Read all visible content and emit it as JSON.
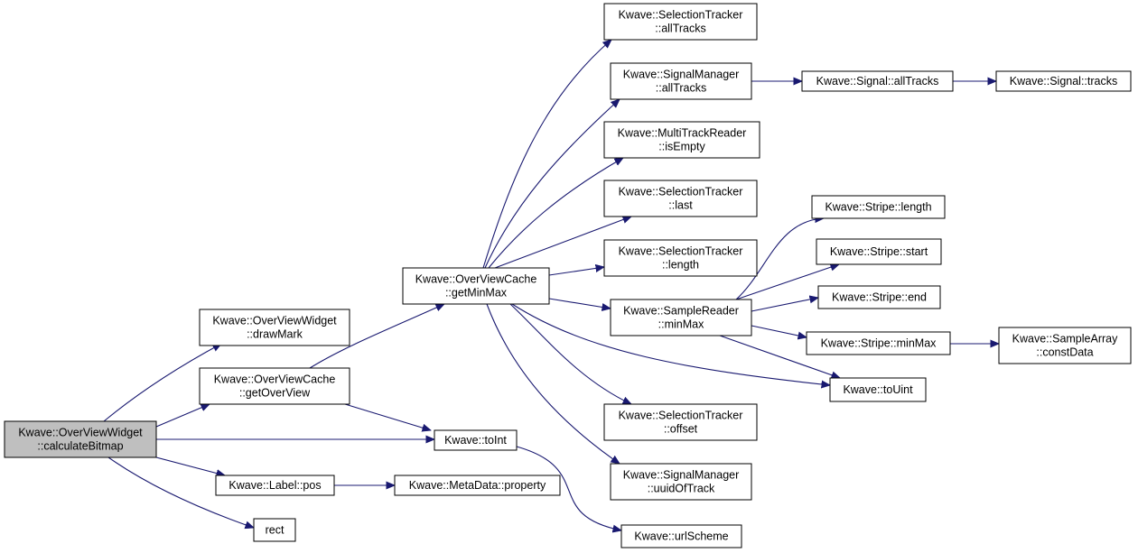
{
  "graph": {
    "root": "n0",
    "nodes": [
      {
        "id": "n0",
        "lines": [
          "Kwave::OverViewWidget",
          "::calculateBitmap"
        ],
        "root": true
      },
      {
        "id": "n1",
        "lines": [
          "Kwave::OverViewWidget",
          "::drawMark"
        ]
      },
      {
        "id": "n2",
        "lines": [
          "Kwave::OverViewCache",
          "::getOverView"
        ]
      },
      {
        "id": "n3",
        "lines": [
          "Kwave::toInt"
        ]
      },
      {
        "id": "n4",
        "lines": [
          "Kwave::Label::pos"
        ]
      },
      {
        "id": "n5",
        "lines": [
          "rect"
        ]
      },
      {
        "id": "n6",
        "lines": [
          "Kwave::OverViewCache",
          "::getMinMax"
        ]
      },
      {
        "id": "n7",
        "lines": [
          "Kwave::MetaData::property"
        ]
      },
      {
        "id": "n8",
        "lines": [
          "Kwave::urlScheme"
        ]
      },
      {
        "id": "n9",
        "lines": [
          "Kwave::SelectionTracker",
          "::allTracks"
        ]
      },
      {
        "id": "n10",
        "lines": [
          "Kwave::SignalManager",
          "::allTracks"
        ]
      },
      {
        "id": "n11",
        "lines": [
          "Kwave::MultiTrackReader",
          "::isEmpty"
        ]
      },
      {
        "id": "n12",
        "lines": [
          "Kwave::SelectionTracker",
          "::last"
        ]
      },
      {
        "id": "n13",
        "lines": [
          "Kwave::SelectionTracker",
          "::length"
        ]
      },
      {
        "id": "n14",
        "lines": [
          "Kwave::SampleReader",
          "::minMax"
        ]
      },
      {
        "id": "n15",
        "lines": [
          "Kwave::SelectionTracker",
          "::offset"
        ]
      },
      {
        "id": "n16",
        "lines": [
          "Kwave::SignalManager",
          "::uuidOfTrack"
        ]
      },
      {
        "id": "n17",
        "lines": [
          "Kwave::Signal::allTracks"
        ]
      },
      {
        "id": "n18",
        "lines": [
          "Kwave::Signal::tracks"
        ]
      },
      {
        "id": "n19",
        "lines": [
          "Kwave::Stripe::length"
        ]
      },
      {
        "id": "n20",
        "lines": [
          "Kwave::Stripe::start"
        ]
      },
      {
        "id": "n21",
        "lines": [
          "Kwave::Stripe::end"
        ]
      },
      {
        "id": "n22",
        "lines": [
          "Kwave::Stripe::minMax"
        ]
      },
      {
        "id": "n23",
        "lines": [
          "Kwave::toUint"
        ]
      },
      {
        "id": "n24",
        "lines": [
          "Kwave::SampleArray",
          "::constData"
        ]
      }
    ],
    "edges": [
      [
        "n0",
        "n1"
      ],
      [
        "n0",
        "n2"
      ],
      [
        "n0",
        "n3"
      ],
      [
        "n0",
        "n4"
      ],
      [
        "n0",
        "n5"
      ],
      [
        "n2",
        "n6"
      ],
      [
        "n2",
        "n3"
      ],
      [
        "n4",
        "n7"
      ],
      [
        "n3",
        "n8"
      ],
      [
        "n6",
        "n9"
      ],
      [
        "n6",
        "n10"
      ],
      [
        "n6",
        "n11"
      ],
      [
        "n6",
        "n12"
      ],
      [
        "n6",
        "n13"
      ],
      [
        "n6",
        "n14"
      ],
      [
        "n6",
        "n23"
      ],
      [
        "n6",
        "n15"
      ],
      [
        "n6",
        "n16"
      ],
      [
        "n10",
        "n17"
      ],
      [
        "n17",
        "n18"
      ],
      [
        "n14",
        "n19"
      ],
      [
        "n14",
        "n20"
      ],
      [
        "n14",
        "n21"
      ],
      [
        "n14",
        "n22"
      ],
      [
        "n14",
        "n23"
      ],
      [
        "n22",
        "n24"
      ]
    ]
  }
}
